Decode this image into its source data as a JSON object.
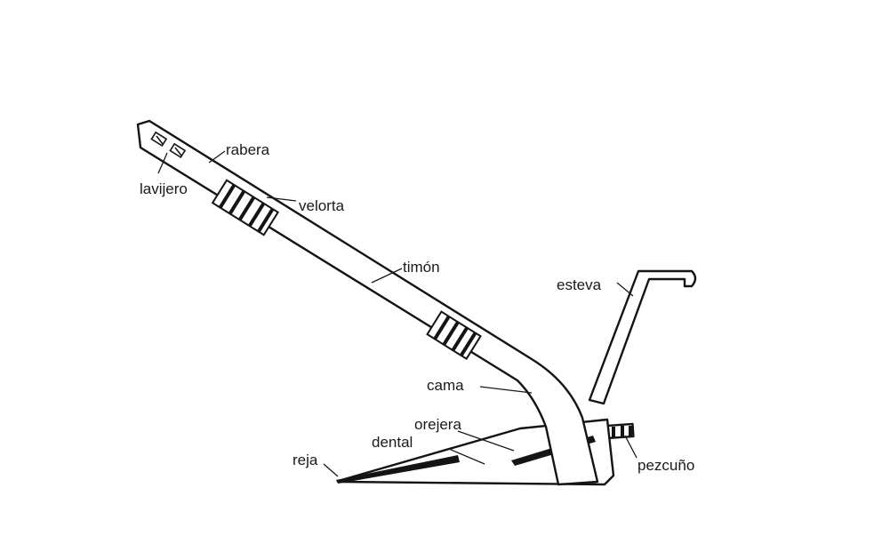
{
  "labels": {
    "rabera": "rabera",
    "lavijero": "lavijero",
    "velorta": "velorta",
    "timon": "timón",
    "esteva": "esteva",
    "cama": "cama",
    "orejera": "orejera",
    "dental": "dental",
    "reja": "reja",
    "pezcuno": "pezcuño"
  },
  "colors": {
    "ink": "#141414",
    "background": "#ffffff"
  }
}
